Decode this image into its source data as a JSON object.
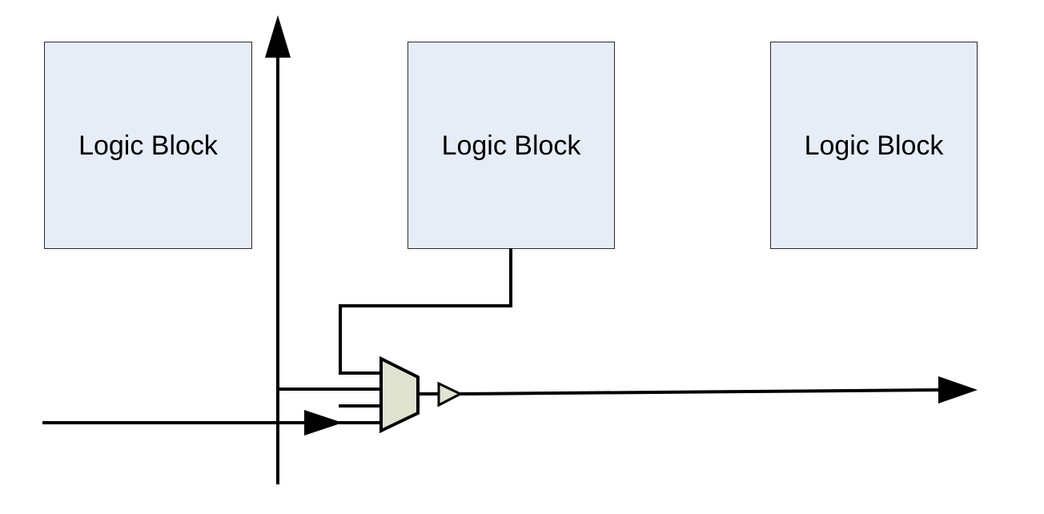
{
  "diagram": {
    "blocks": [
      {
        "label": "Logic Block"
      },
      {
        "label": "Logic Block"
      },
      {
        "label": "Logic Block"
      }
    ],
    "colors": {
      "block_fill": "#e6edf7",
      "block_border": "#2b2b2b",
      "wire": "#000000",
      "mux_fill": "#dfe3cf"
    },
    "elements": {
      "multiplexer": "mux-trapezoid",
      "buffer": "buffer-triangle",
      "vertical_track": "arrow-up",
      "output_track": "arrow-right",
      "input_track": "arrow-right"
    }
  }
}
